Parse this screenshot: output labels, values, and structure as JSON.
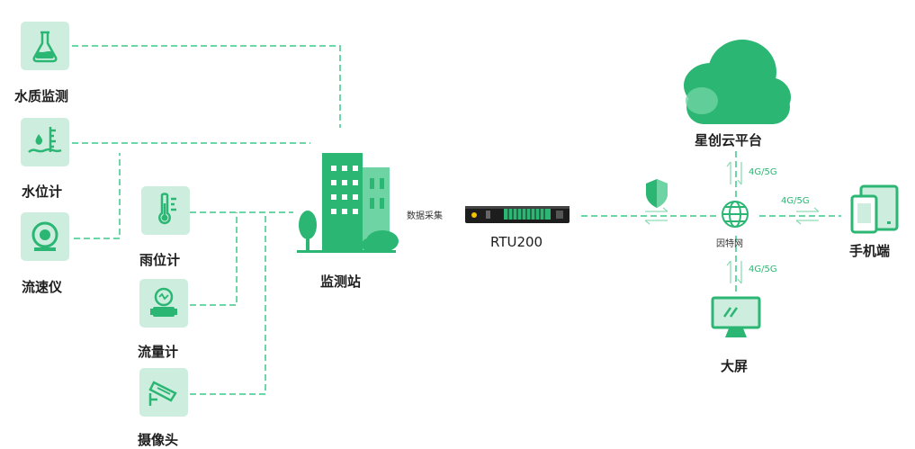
{
  "sensors": [
    {
      "label": "水质监测",
      "icon": "flask-icon"
    },
    {
      "label": "水位计",
      "icon": "water-level-icon"
    },
    {
      "label": "流速仪",
      "icon": "flow-meter-icon"
    },
    {
      "label": "雨位计",
      "icon": "thermometer-icon"
    },
    {
      "label": "流量计",
      "icon": "flow-gauge-icon"
    },
    {
      "label": "摄像头",
      "icon": "camera-icon"
    }
  ],
  "station": {
    "label": "监测站",
    "icon": "building-icon"
  },
  "collect_label": "数据采集",
  "rtu": {
    "label": "RTU200",
    "icon": "rtu-device-icon"
  },
  "internet": {
    "label": "因特网",
    "icon": "globe-icon"
  },
  "cloud": {
    "label": "星创云平台",
    "icon": "cloud-icon"
  },
  "mobile": {
    "label": "手机端",
    "icon": "mobile-icon"
  },
  "screen": {
    "label": "大屏",
    "icon": "monitor-icon"
  },
  "links": {
    "cloud": "4G/5G",
    "mobile": "4G/5G",
    "screen": "4G/5G"
  },
  "colors": {
    "accent": "#2bb673",
    "icon_bg": "#cdeede",
    "line": "#3cc98a"
  }
}
